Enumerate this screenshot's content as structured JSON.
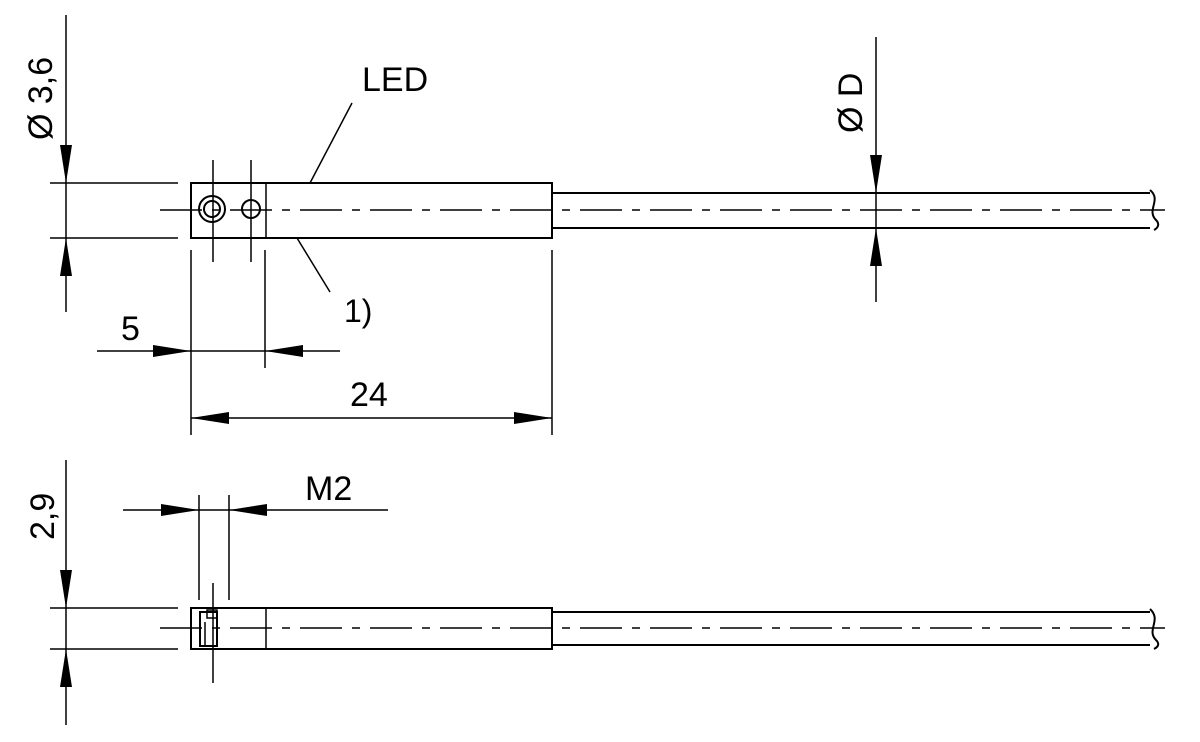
{
  "labels": {
    "diameter_body": "Ø 3,6",
    "led": "LED",
    "diameter_cable": "Ø D",
    "footnote": "1)",
    "dim_5": "5",
    "dim_24": "24",
    "height": "2,9",
    "thread": "M2"
  }
}
